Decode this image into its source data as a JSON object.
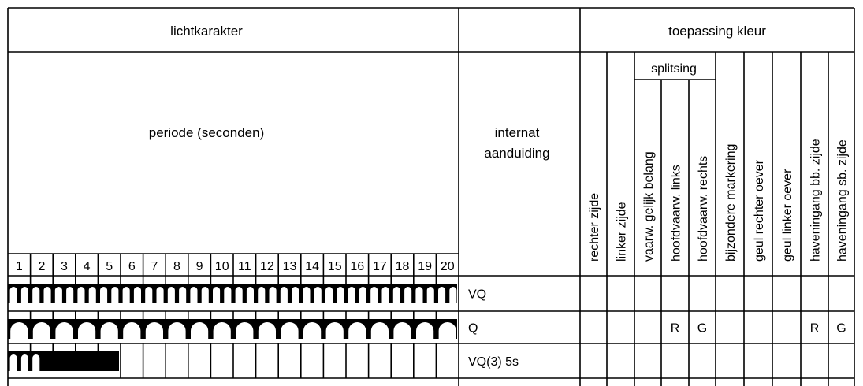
{
  "headers": {
    "lichtkarakter": "lichtkarakter",
    "periode": "periode (seconden)",
    "internat_line1": "internat",
    "internat_line2": "aanduiding",
    "toepassing": "toepassing kleur",
    "splitsing": "splitsing"
  },
  "seconds": [
    "1",
    "2",
    "3",
    "4",
    "5",
    "6",
    "7",
    "8",
    "9",
    "10",
    "11",
    "12",
    "13",
    "14",
    "15",
    "16",
    "17",
    "18",
    "19",
    "20"
  ],
  "columns": [
    "rechter zijde",
    "linker zijde",
    "vaarw. gelijk belang",
    "hoofdvaarw. links",
    "hoofdvaarw. rechts",
    "bijzondere markering",
    "geul rechter oever",
    "geul linker oever",
    "haveningang bb. zijde",
    "haveningang sb. zijde"
  ],
  "rows": [
    {
      "code": "VQ",
      "flashes_per_second": 2,
      "flash_seconds": 20,
      "cells": [
        "",
        "",
        "",
        "",
        "",
        "",
        "",
        "",
        "",
        ""
      ]
    },
    {
      "code": "Q",
      "flashes_per_second": 1,
      "flash_seconds": 20,
      "cells": [
        "",
        "",
        "",
        "R",
        "G",
        "",
        "",
        "",
        "R",
        "G"
      ]
    },
    {
      "code": "VQ(3) 5s",
      "flashes_per_second": 2,
      "flash_seconds": 1.5,
      "cycle_seconds": 5,
      "cycles_shown": 1,
      "cells": [
        "",
        "",
        "",
        "",
        "",
        "",
        "",
        "",
        "",
        ""
      ]
    }
  ]
}
